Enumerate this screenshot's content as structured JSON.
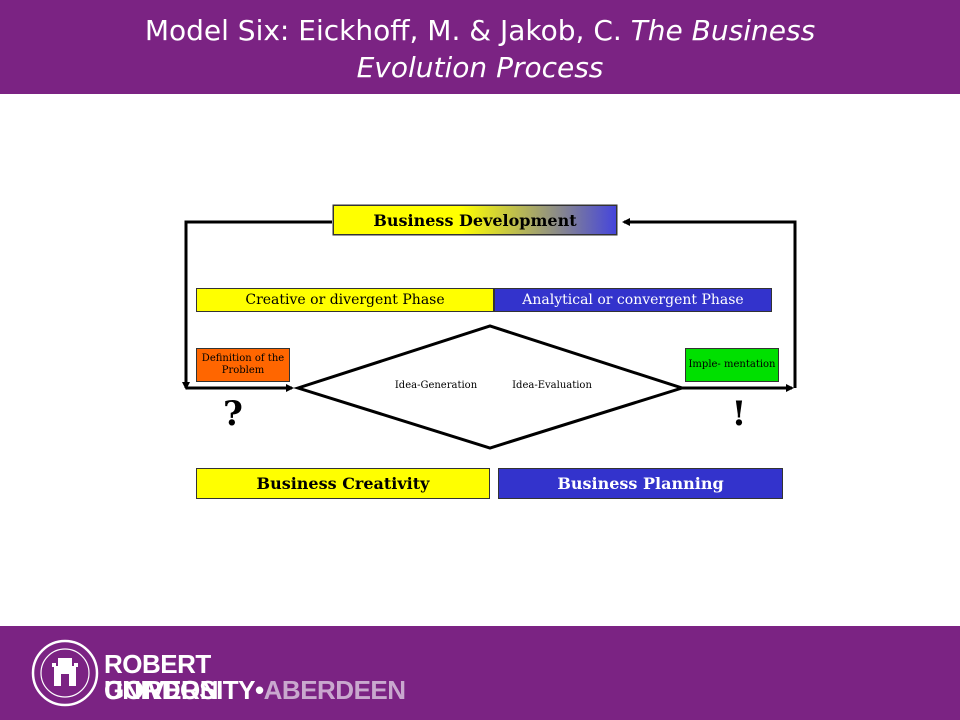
{
  "header": {
    "title_prefix": "Model Six: Eickhoff, M. & Jakob, C.",
    "title_italic_line1": "The Business",
    "title_italic_line2": "Evolution Process"
  },
  "diagram": {
    "top_box": "Business Development",
    "phase_left": "Creative or divergent Phase",
    "phase_right": "Analytical or convergent Phase",
    "left_box": "Definition of the Problem",
    "right_box": "Imple- mentation",
    "center_left": "Idea-Generation",
    "center_right": "Idea-Evaluation",
    "question": "?",
    "exclaim": "!",
    "bottom_left": "Business Creativity",
    "bottom_right": "Business Planning"
  },
  "footer": {
    "brand_line1": "ROBERT GORDON",
    "brand_line2a": "UNIVERSITY",
    "brand_dot": "•",
    "brand_line2b": "ABERDEEN"
  },
  "colors": {
    "header": "#7b2383",
    "yellow": "#ffff00",
    "blue": "#3333cc",
    "orange": "#ff6600",
    "green": "#00e000"
  }
}
